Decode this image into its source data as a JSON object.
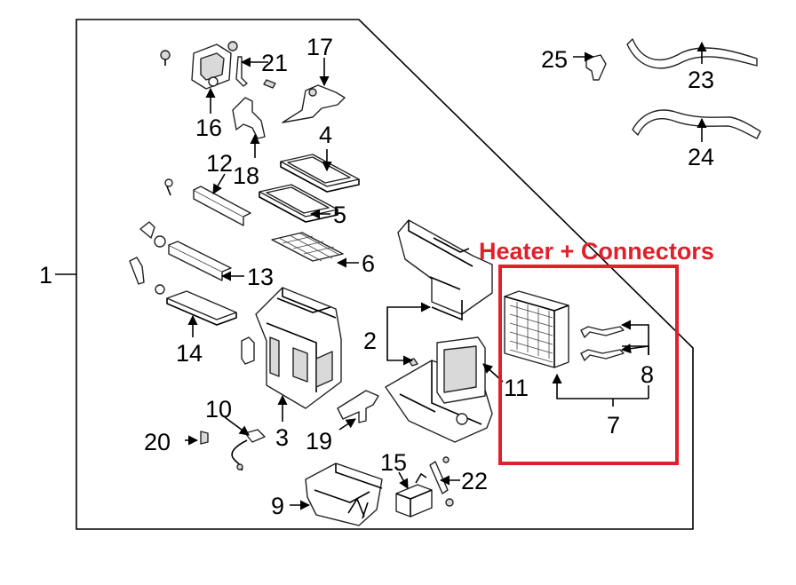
{
  "diagram": {
    "callout": {
      "title": "Heater + Connectors",
      "color": "#e0202a"
    },
    "labels": {
      "p1": "1",
      "p2": "2",
      "p3": "3",
      "p4": "4",
      "p5": "5",
      "p6": "6",
      "p7": "7",
      "p8": "8",
      "p9": "9",
      "p10": "10",
      "p11": "11",
      "p12": "12",
      "p13": "13",
      "p14": "14",
      "p15": "15",
      "p16": "16",
      "p17": "17",
      "p18": "18",
      "p19": "19",
      "p20": "20",
      "p21": "21",
      "p22": "22",
      "p23": "23",
      "p24": "24",
      "p25": "25"
    }
  }
}
